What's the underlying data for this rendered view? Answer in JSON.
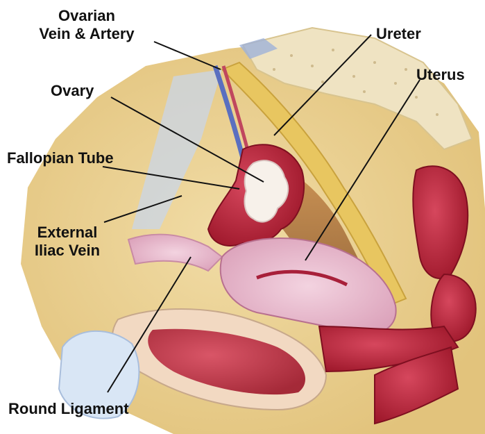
{
  "labels": {
    "ovarian_vein_line1": "Ovarian",
    "ovarian_vein_line2": "Vein & Artery",
    "ureter": "Ureter",
    "uterus": "Uterus",
    "ovary": "Ovary",
    "fallopian_tube": "Fallopian Tube",
    "external_iliac_line1": "External",
    "external_iliac_line2": "Iliac Vein",
    "round_ligament": "Round Ligament"
  },
  "colors": {
    "label_text": "#111111",
    "leader_line": "#111111",
    "tissue_red": "#b8203a",
    "tissue_pink": "#e9b4c8",
    "background_tan": "#e9cf8c",
    "vein_blue": "#5a6fc0"
  }
}
